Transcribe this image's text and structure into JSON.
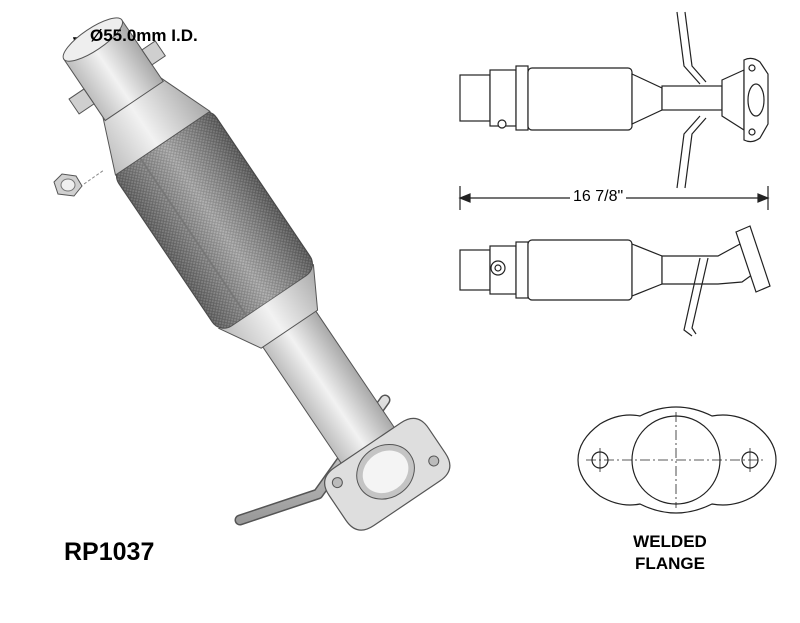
{
  "part_number": "RP1037",
  "inlet_diameter_label": "Ø55.0mm I.D.",
  "overall_length_label": "16 7/8\"",
  "flange_caption": {
    "line1": "WELDED",
    "line2": "FLANGE"
  },
  "colors": {
    "pipe_metal": "#d9d9d9",
    "mesh_dark": "#8c8c8c",
    "outline": "#333333",
    "background": "#ffffff"
  }
}
